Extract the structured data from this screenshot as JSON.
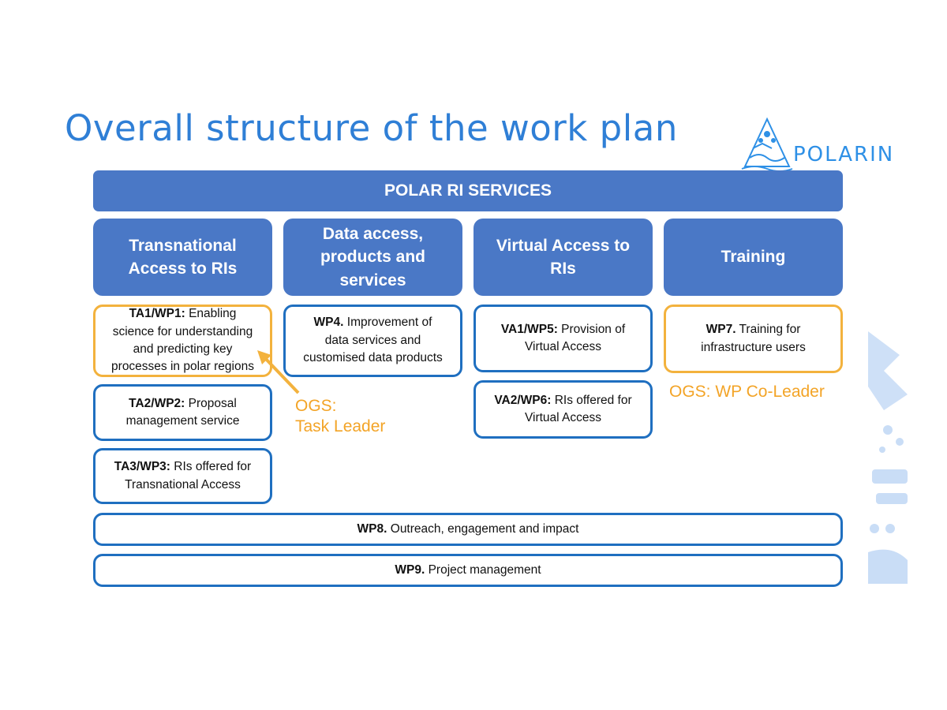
{
  "title": "Overall structure of the work plan",
  "logo": {
    "text": "POLARIN"
  },
  "banner": "POLAR RI SERVICES",
  "headers": [
    {
      "line1": "Transnational",
      "line2": "Access to RIs",
      "line3": ""
    },
    {
      "line1": "Data access,",
      "line2": "products and",
      "line3": "services"
    },
    {
      "line1": "Virtual Access to",
      "line2": "RIs",
      "line3": ""
    },
    {
      "line1": "Training",
      "line2": "",
      "line3": ""
    }
  ],
  "boxes": {
    "ta1": {
      "code": "TA1/WP1:",
      "text1": " Enabling",
      "text2": "science for understanding",
      "text3": "and predicting key",
      "text4": "processes in polar regions"
    },
    "ta2": {
      "code": "TA2/WP2:",
      "text1": " Proposal",
      "text2": "management service"
    },
    "ta3": {
      "code": "TA3/WP3:",
      "text1": " RIs offered for",
      "text2": "Transnational Access"
    },
    "wp4": {
      "code": "WP4.",
      "text1": " Improvement of",
      "text2": "data services and",
      "text3": "customised data products"
    },
    "va1": {
      "code": "VA1/WP5:",
      "text1": " Provision of",
      "text2": "Virtual Access"
    },
    "va2": {
      "code": "VA2/WP6:",
      "text1": " RIs offered for",
      "text2": "Virtual Access"
    },
    "wp7": {
      "code": "WP7.",
      "text1": " Training for",
      "text2": "infrastructure users"
    },
    "wp8": {
      "code": "WP8.",
      "text1": " Outreach,  engagement and impact"
    },
    "wp9": {
      "code": "WP9.",
      "text1": " Project management"
    }
  },
  "annotations": {
    "ogs_task": {
      "line1": "OGS:",
      "line2": "Task Leader"
    },
    "ogs_wp": "OGS: WP Co-Leader"
  },
  "colors": {
    "title": "#2f7fd6",
    "header_fill": "#4a78c6",
    "box_border": "#1f6fc0",
    "highlight": "#f3b23d"
  }
}
